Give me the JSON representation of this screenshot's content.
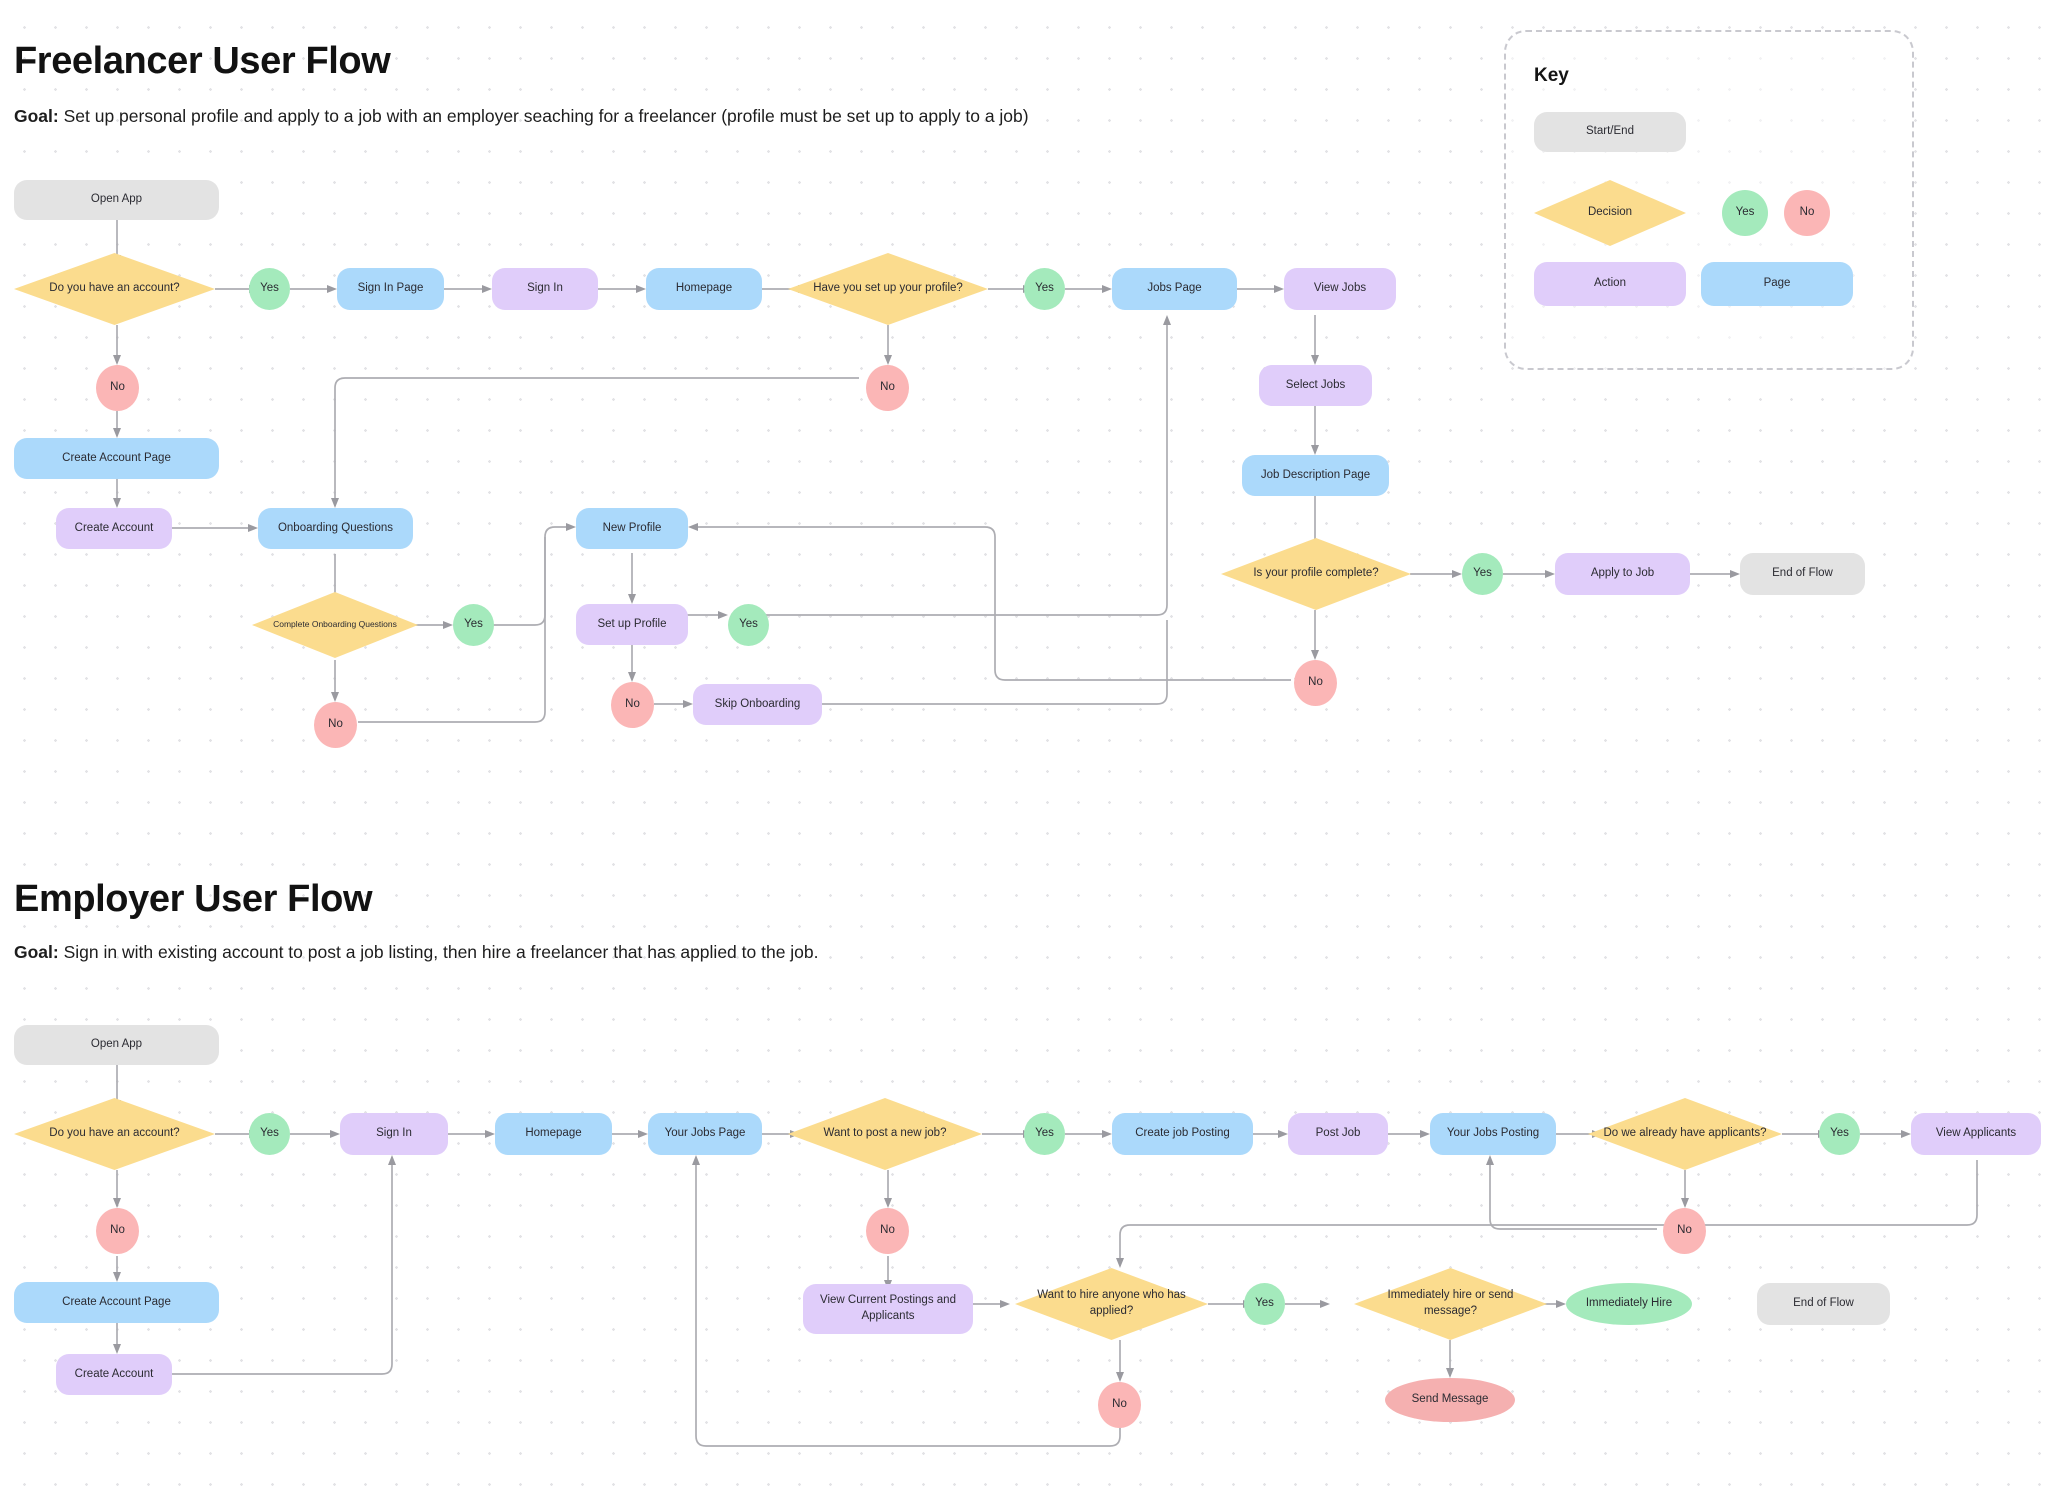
{
  "flows": [
    {
      "id": "freelancer",
      "title": "Freelancer User Flow",
      "goal_label": "Goal:",
      "goal_text": " Set up personal profile and apply to a job with an employer seaching for a freelancer (profile must be set up to apply to a job)"
    },
    {
      "id": "employer",
      "title": "Employer User Flow",
      "goal_label": "Goal:",
      "goal_text": " Sign in with existing account to post a job listing, then hire a freelancer that has applied to the job."
    }
  ],
  "key": {
    "title": "Key",
    "items": [
      {
        "label": "Start/End",
        "type": "startend"
      },
      {
        "label": "Decision",
        "type": "decision"
      },
      {
        "label": "Yes",
        "type": "yes"
      },
      {
        "label": "No",
        "type": "no"
      },
      {
        "label": "Action",
        "type": "action"
      },
      {
        "label": "Page",
        "type": "page"
      }
    ]
  },
  "colors": {
    "start_end": "#e3e3e3",
    "page": "#abd9fb",
    "action": "#e0cdfa",
    "decision": "#fbdc8e",
    "yes": "#a4eabc",
    "no": "#fbb6b6",
    "send_message": "#f5b0b0",
    "connector": "#adadb2",
    "background": "#ffffff",
    "grid_dot": "#e3e3e6",
    "text": "#2b2b32",
    "heading": "#121212"
  },
  "freelancer_nodes": [
    {
      "id": "f_open_app",
      "label": "Open App",
      "type": "startend"
    },
    {
      "id": "f_have_account",
      "label": "Do you have an account?",
      "type": "decision"
    },
    {
      "id": "f_yes1",
      "label": "Yes",
      "type": "yes"
    },
    {
      "id": "f_signin_page",
      "label": "Sign In Page",
      "type": "page"
    },
    {
      "id": "f_signin",
      "label": "Sign In",
      "type": "action"
    },
    {
      "id": "f_homepage",
      "label": "Homepage",
      "type": "page"
    },
    {
      "id": "f_setup_profile_q",
      "label": "Have you set up your profile?",
      "type": "decision"
    },
    {
      "id": "f_yes2",
      "label": "Yes",
      "type": "yes"
    },
    {
      "id": "f_jobs_page",
      "label": "Jobs Page",
      "type": "page"
    },
    {
      "id": "f_view_jobs",
      "label": "View Jobs",
      "type": "action"
    },
    {
      "id": "f_no1",
      "label": "No",
      "type": "no"
    },
    {
      "id": "f_no2",
      "label": "No",
      "type": "no"
    },
    {
      "id": "f_create_acct_pg",
      "label": "Create Account Page",
      "type": "page"
    },
    {
      "id": "f_select_jobs",
      "label": "Select Jobs",
      "type": "action"
    },
    {
      "id": "f_job_desc_page",
      "label": "Job Description Page",
      "type": "page"
    },
    {
      "id": "f_create_account",
      "label": "Create Account",
      "type": "action"
    },
    {
      "id": "f_onboarding_q",
      "label": "Onboarding Questions",
      "type": "page"
    },
    {
      "id": "f_new_profile",
      "label": "New Profile",
      "type": "page"
    },
    {
      "id": "f_profile_complete",
      "label": "Is your profile complete?",
      "type": "decision"
    },
    {
      "id": "f_yes4",
      "label": "Yes",
      "type": "yes"
    },
    {
      "id": "f_apply_to_job",
      "label": "Apply to Job",
      "type": "action"
    },
    {
      "id": "f_end_of_flow",
      "label": "End of Flow",
      "type": "startend"
    },
    {
      "id": "f_complete_onb",
      "label": "Complete Onboarding Questions",
      "type": "decision"
    },
    {
      "id": "f_yes3",
      "label": "Yes",
      "type": "yes"
    },
    {
      "id": "f_set_up_profile",
      "label": "Set up Profile",
      "type": "action"
    },
    {
      "id": "f_yes5",
      "label": "Yes",
      "type": "yes"
    },
    {
      "id": "f_no5",
      "label": "No",
      "type": "no"
    },
    {
      "id": "f_no3",
      "label": "No",
      "type": "no"
    },
    {
      "id": "f_no4",
      "label": "No",
      "type": "no"
    },
    {
      "id": "f_skip_onboarding",
      "label": "Skip Onboarding",
      "type": "action"
    }
  ],
  "employer_nodes": [
    {
      "id": "e_open_app",
      "label": "Open App",
      "type": "startend"
    },
    {
      "id": "e_have_account",
      "label": "Do you have an account?",
      "type": "decision"
    },
    {
      "id": "e_yes1",
      "label": "Yes",
      "type": "yes"
    },
    {
      "id": "e_signin",
      "label": "Sign In",
      "type": "action"
    },
    {
      "id": "e_homepage",
      "label": "Homepage",
      "type": "page"
    },
    {
      "id": "e_your_jobs_page",
      "label": "Your Jobs Page",
      "type": "page"
    },
    {
      "id": "e_post_new_job_q",
      "label": "Want to post a new job?",
      "type": "decision"
    },
    {
      "id": "e_yes2",
      "label": "Yes",
      "type": "yes"
    },
    {
      "id": "e_create_posting",
      "label": "Create job Posting",
      "type": "page"
    },
    {
      "id": "e_post_job",
      "label": "Post Job",
      "type": "action"
    },
    {
      "id": "e_your_jobs_post",
      "label": "Your Jobs Posting",
      "type": "page"
    },
    {
      "id": "e_have_applicants",
      "label": "Do we already have applicants?",
      "type": "decision"
    },
    {
      "id": "e_yes3",
      "label": "Yes",
      "type": "yes"
    },
    {
      "id": "e_view_applicants",
      "label": "View Applicants",
      "type": "action"
    },
    {
      "id": "e_no1",
      "label": "No",
      "type": "no"
    },
    {
      "id": "e_no2",
      "label": "No",
      "type": "no"
    },
    {
      "id": "e_no3",
      "label": "No",
      "type": "no"
    },
    {
      "id": "e_create_acct_pg",
      "label": "Create Account Page",
      "type": "page"
    },
    {
      "id": "e_create_account",
      "label": "Create Account",
      "type": "action"
    },
    {
      "id": "e_view_current",
      "label": "View Current Postings and Applicants",
      "type": "action"
    },
    {
      "id": "e_hire_anyone_q",
      "label": "Want to hire anyone who has applied?",
      "type": "decision"
    },
    {
      "id": "e_yes4",
      "label": "Yes",
      "type": "yes"
    },
    {
      "id": "e_hire_or_msg_q",
      "label": "Immediately hire or send message?",
      "type": "decision"
    },
    {
      "id": "e_immediately_hire",
      "label": "Immediately Hire",
      "type": "hire"
    },
    {
      "id": "e_end_of_flow",
      "label": "End of Flow",
      "type": "startend"
    },
    {
      "id": "e_no4",
      "label": "No",
      "type": "no"
    },
    {
      "id": "e_send_message",
      "label": "Send Message",
      "type": "msg"
    }
  ]
}
